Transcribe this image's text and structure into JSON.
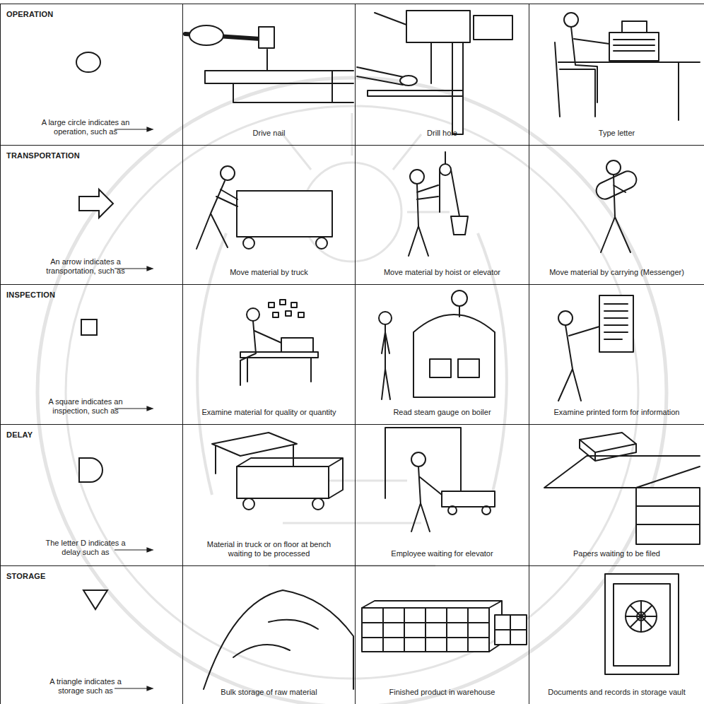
{
  "diagram": {
    "nodes": [
      {
        "text": [
          "OPERATION",
          "A large circle indicates an operation, such as"
        ]
      },
      {
        "text": [
          "Drive nail"
        ]
      },
      {
        "text": [
          "Drill hole"
        ]
      },
      {
        "text": [
          "Type letter"
        ]
      },
      {
        "text": [
          "TRANSPORTATION",
          "An arrow indicates a transportation, such as"
        ]
      },
      {
        "text": [
          "Move material by truck"
        ]
      },
      {
        "text": [
          "Move material by hoist or elevator"
        ]
      },
      {
        "text": [
          "Move material by carrying (Messenger)"
        ]
      },
      {
        "text": [
          "INSPECTION",
          "A square indicates an inspection, such as"
        ]
      },
      {
        "text": [
          "Examine material for quality or quantity"
        ]
      },
      {
        "text": [
          "Read steam gauge on boiler"
        ]
      },
      {
        "text": [
          "Examine printed form for information"
        ]
      },
      {
        "text": [
          "DELAY",
          "The letter D indicates a delay such as"
        ]
      },
      {
        "text": [
          "Material in truck or on floor at bench waiting to be processed"
        ]
      },
      {
        "text": [
          "Employee waiting for elevator"
        ]
      },
      {
        "text": [
          "Papers waiting to be filed"
        ]
      },
      {
        "text": [
          "STORAGE",
          "A triangle indicates a storage such as"
        ]
      },
      {
        "text": [
          "Bulk storage of raw material"
        ]
      },
      {
        "text": [
          "Finished product in warehouse"
        ]
      },
      {
        "text": [
          "Documents and records in storage vault"
        ]
      }
    ]
  }
}
